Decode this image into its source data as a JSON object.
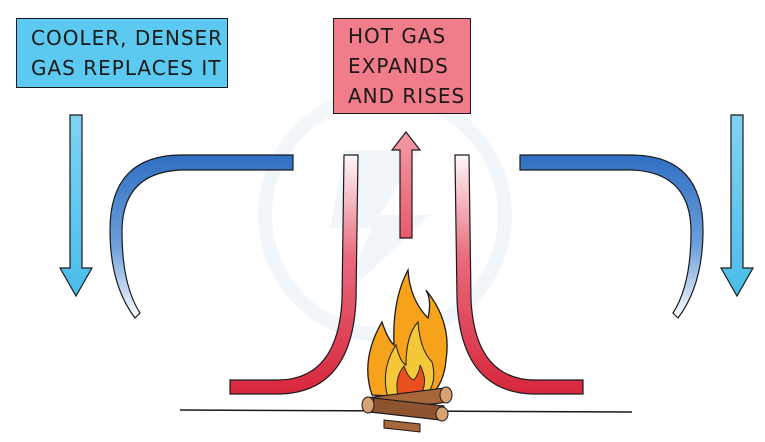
{
  "labels": {
    "cool": {
      "line1": "COOLER, DENSER",
      "line2": "GAS REPLACES IT"
    },
    "hot": {
      "line1": "HOT GAS",
      "line2": "EXPANDS",
      "line3": "AND RISES"
    }
  },
  "colors": {
    "cool_box": "#5bc9f0",
    "hot_box": "#f27d8a",
    "cool_current": "#2f6fc1",
    "hot_current": "#d8283e",
    "arrow_blue": "#5bc9f0",
    "arrow_red": "#f27d8a",
    "flame_outer": "#f7a21b",
    "flame_inner": "#e8501f",
    "log": "#a8673a"
  },
  "icons": {
    "fire": "campfire-icon",
    "watermark": "lightning-watermark-icon"
  }
}
